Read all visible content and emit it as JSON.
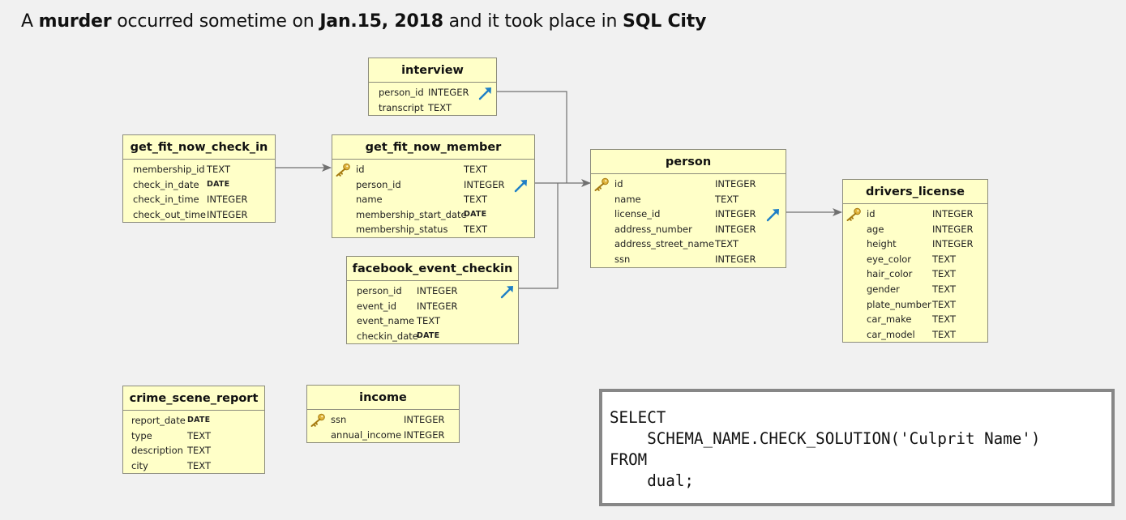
{
  "headline": {
    "prefix": "A ",
    "crime": "murder",
    "mid": " occurred sometime on ",
    "date": "Jan.15, 2018",
    "suffix": " and it took place in ",
    "place": "SQL City"
  },
  "tables": [
    {
      "id": "interview",
      "name": "interview",
      "columns": [
        {
          "name": "person_id",
          "type": "INTEGER",
          "fk": true
        },
        {
          "name": "transcript",
          "type": "TEXT"
        }
      ]
    },
    {
      "id": "get_fit_now_check_in",
      "name": "get_fit_now_check_in",
      "columns": [
        {
          "name": "membership_id",
          "type": "TEXT"
        },
        {
          "name": "check_in_date",
          "type": "DATE"
        },
        {
          "name": "check_in_time",
          "type": "INTEGER"
        },
        {
          "name": "check_out_time",
          "type": "INTEGER"
        }
      ]
    },
    {
      "id": "get_fit_now_member",
      "name": "get_fit_now_member",
      "columns": [
        {
          "name": "id",
          "type": "TEXT",
          "pk": true
        },
        {
          "name": "person_id",
          "type": "INTEGER",
          "fk": true
        },
        {
          "name": "name",
          "type": "TEXT"
        },
        {
          "name": "membership_start_date",
          "type": "DATE"
        },
        {
          "name": "membership_status",
          "type": "TEXT"
        }
      ]
    },
    {
      "id": "person",
      "name": "person",
      "columns": [
        {
          "name": "id",
          "type": "INTEGER",
          "pk": true
        },
        {
          "name": "name",
          "type": "TEXT"
        },
        {
          "name": "license_id",
          "type": "INTEGER",
          "fk": true
        },
        {
          "name": "address_number",
          "type": "INTEGER"
        },
        {
          "name": "address_street_name",
          "type": "TEXT"
        },
        {
          "name": "ssn",
          "type": "INTEGER"
        }
      ]
    },
    {
      "id": "drivers_license",
      "name": "drivers_license",
      "columns": [
        {
          "name": "id",
          "type": "INTEGER",
          "pk": true
        },
        {
          "name": "age",
          "type": "INTEGER"
        },
        {
          "name": "height",
          "type": "INTEGER"
        },
        {
          "name": "eye_color",
          "type": "TEXT"
        },
        {
          "name": "hair_color",
          "type": "TEXT"
        },
        {
          "name": "gender",
          "type": "TEXT"
        },
        {
          "name": "plate_number",
          "type": "TEXT"
        },
        {
          "name": "car_make",
          "type": "TEXT"
        },
        {
          "name": "car_model",
          "type": "TEXT"
        }
      ]
    },
    {
      "id": "facebook_event_checkin",
      "name": "facebook_event_checkin",
      "columns": [
        {
          "name": "person_id",
          "type": "INTEGER",
          "fk": true
        },
        {
          "name": "event_id",
          "type": "INTEGER"
        },
        {
          "name": "event_name",
          "type": "TEXT"
        },
        {
          "name": "checkin_date",
          "type": "DATE"
        }
      ]
    },
    {
      "id": "crime_scene_report",
      "name": "crime_scene_report",
      "columns": [
        {
          "name": "report_date",
          "type": "DATE"
        },
        {
          "name": "type",
          "type": "TEXT"
        },
        {
          "name": "description",
          "type": "TEXT"
        },
        {
          "name": "city",
          "type": "TEXT"
        }
      ]
    },
    {
      "id": "income",
      "name": "income",
      "columns": [
        {
          "name": "ssn",
          "type": "INTEGER",
          "pk": true
        },
        {
          "name": "annual_income",
          "type": "INTEGER"
        }
      ]
    }
  ],
  "relationships": [
    {
      "from": "get_fit_now_check_in.membership_id",
      "to": "get_fit_now_member.id"
    },
    {
      "from": "get_fit_now_member.person_id",
      "to": "person.id"
    },
    {
      "from": "interview.person_id",
      "to": "person.id"
    },
    {
      "from": "facebook_event_checkin.person_id",
      "to": "person.id"
    },
    {
      "from": "person.license_id",
      "to": "drivers_license.id"
    }
  ],
  "sql": {
    "lines": [
      "SELECT",
      "    SCHEMA_NAME.CHECK_SOLUTION('Culprit Name')",
      "FROM",
      "    dual;"
    ]
  },
  "colors": {
    "background": "#f1f1f1",
    "table_fill": "#ffffc8",
    "table_border": "#8c8c7c",
    "connector": "#707070",
    "fk_arrow": "#1e7fc6",
    "key_icon": "#e0b43c"
  },
  "icons": {
    "primary_key": "key-icon",
    "foreign_key": "foreign-key-arrow-icon"
  }
}
